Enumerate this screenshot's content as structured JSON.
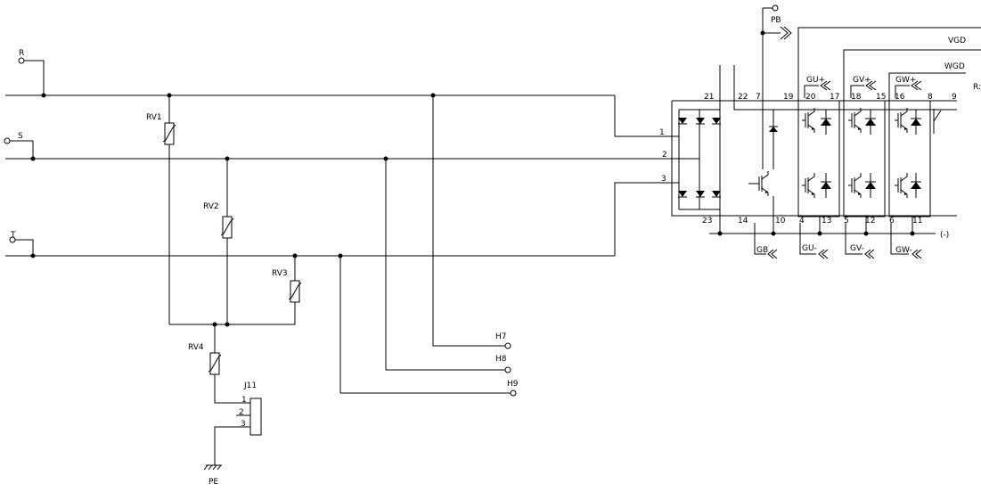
{
  "inputs": {
    "r": "R",
    "s": "S",
    "t": "T"
  },
  "varistors": {
    "rv1": "RV1",
    "rv2": "RV2",
    "rv3": "RV3",
    "rv4": "RV4"
  },
  "outputs": {
    "h7": "H7",
    "h8": "H8",
    "h9": "H9"
  },
  "connector": {
    "ref": "J11",
    "pins": [
      "1",
      "2",
      "3"
    ]
  },
  "ground": {
    "label": "PE"
  },
  "module": {
    "ac_pins": [
      "1",
      "2",
      "3"
    ],
    "top_pins": [
      "21",
      "22",
      "7",
      "19",
      "20",
      "17",
      "18",
      "15",
      "16",
      "8",
      "9"
    ],
    "bottom_pins": [
      "23",
      "14",
      "10",
      "4",
      "13",
      "5",
      "12",
      "6",
      "11"
    ],
    "brake": "PB",
    "brake_gate": "GB",
    "gates_high": [
      "GU+",
      "GV+",
      "GW+"
    ],
    "gates_low": [
      "GU-",
      "GV-",
      "GW-"
    ],
    "vgd": "VGD",
    "wgd": "WGD",
    "r_cut": "R:",
    "minus": "(-)"
  }
}
